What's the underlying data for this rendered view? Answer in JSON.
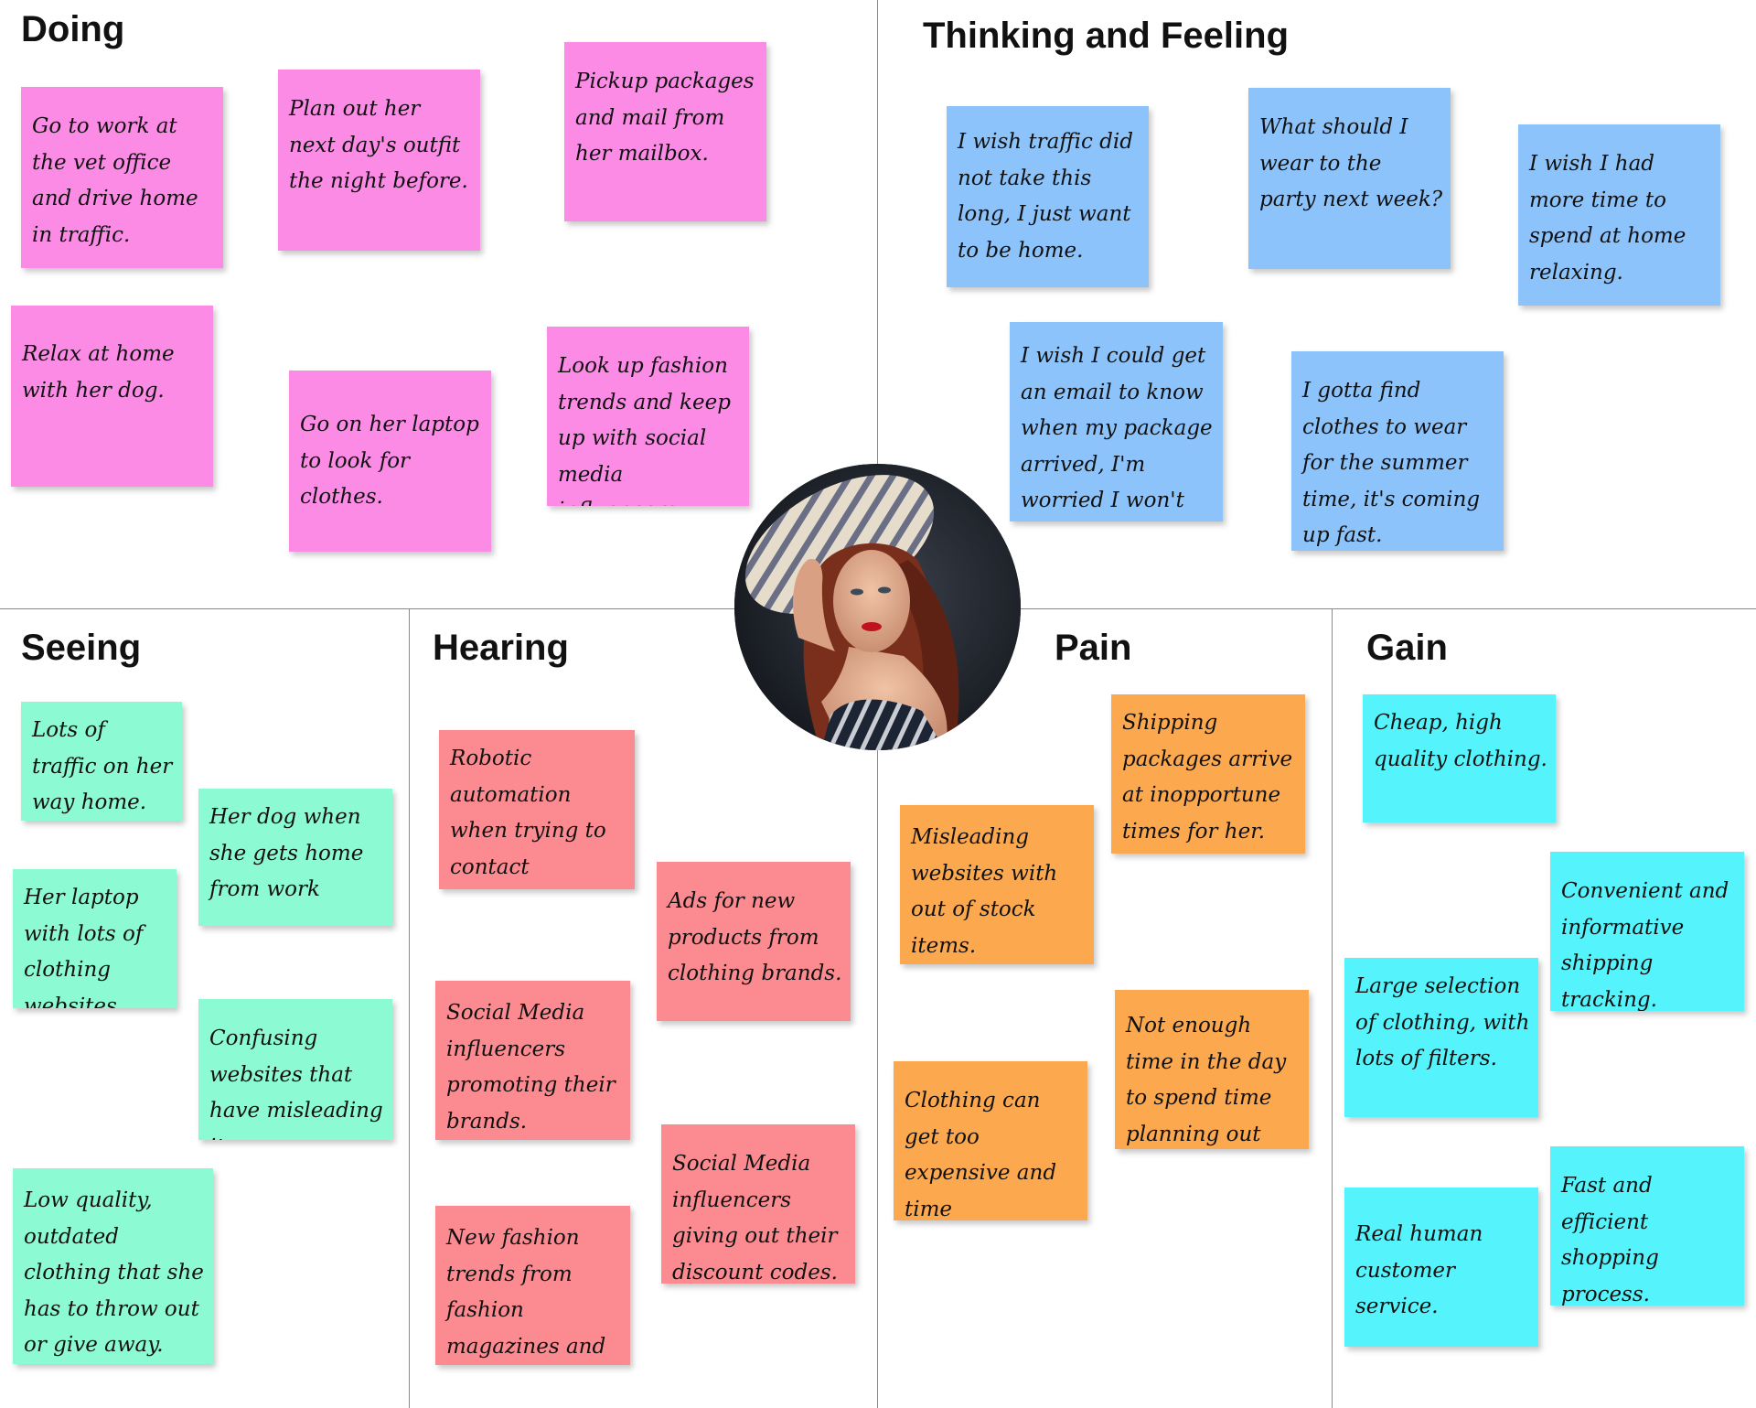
{
  "sections": {
    "doing": {
      "title": "Doing",
      "color": "#fb8be5",
      "notes": [
        "Go to work at the vet office and drive home in traffic.",
        "Plan out her next day's outfit the night before.",
        "Pickup packages and mail from her mailbox.",
        "Relax at home with her dog.",
        "Go on her laptop to look for clothes.",
        "Look up fashion trends and keep up with social media influencers."
      ]
    },
    "thinking_feeling": {
      "title": "Thinking and Feeling",
      "color": "#8cc3fb",
      "notes": [
        "I wish traffic did not take this long, I just want to be home.",
        "What should I wear to the party next week?",
        "I wish I had more time to spend at home relaxing.",
        "I wish I could get an email to know when my package arrived, I'm worried I won't be home.",
        "I gotta find clothes to wear for the summer time, it's coming up fast."
      ]
    },
    "seeing": {
      "title": "Seeing",
      "color": "#8cfad3",
      "notes": [
        "Lots of traffic on her way home.",
        "Her dog when she gets home from work",
        "Her laptop with lots of clothing websites open.",
        "Confusing websites that have misleading items.",
        "Low quality, outdated clothing that she has to throw out or give away."
      ]
    },
    "hearing": {
      "title": "Hearing",
      "color": "#fb8b90",
      "notes": [
        "Robotic automation when trying to contact customer service.",
        "Ads for new products from clothing brands.",
        "Social Media influencers promoting their brands.",
        "Social Media influencers giving out their discount codes.",
        "New fashion trends from fashion magazines and brands."
      ]
    },
    "pain": {
      "title": "Pain",
      "color": "#fba84f",
      "notes": [
        "Shipping packages arrive at inopportune times for her.",
        "Misleading websites with out of stock items.",
        "Not enough time in the day to spend time planning out her outfits.",
        "Clothing can get too expensive and time consuming."
      ]
    },
    "gain": {
      "title": "Gain",
      "color": "#55f3fb",
      "notes": [
        "Cheap, high quality clothing.",
        "Convenient and informative shipping tracking.",
        "Large selection of clothing, with lots of filters.",
        "Fast and efficient shopping process.",
        "Real human customer service."
      ]
    }
  }
}
